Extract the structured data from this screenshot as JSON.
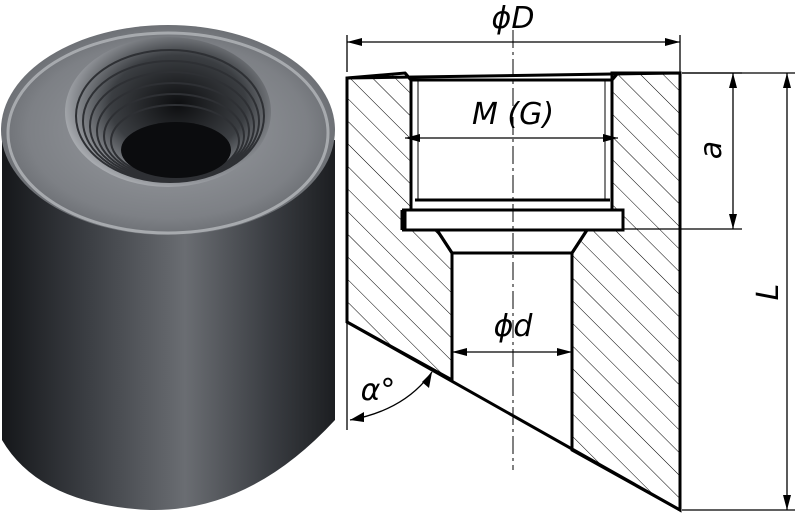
{
  "figure": {
    "labels": {
      "outer_diameter": "ϕD",
      "thread": "M (G)",
      "thread_depth": "a",
      "length": "L",
      "inner_diameter": "ϕd",
      "angle": "α°"
    }
  },
  "colors": {
    "line": "#000000",
    "hatch": "#000000",
    "background": "#ffffff",
    "metal_dark": "#2a2c30",
    "metal_mid": "#5b5e63",
    "metal_light": "#b9bcc0"
  }
}
